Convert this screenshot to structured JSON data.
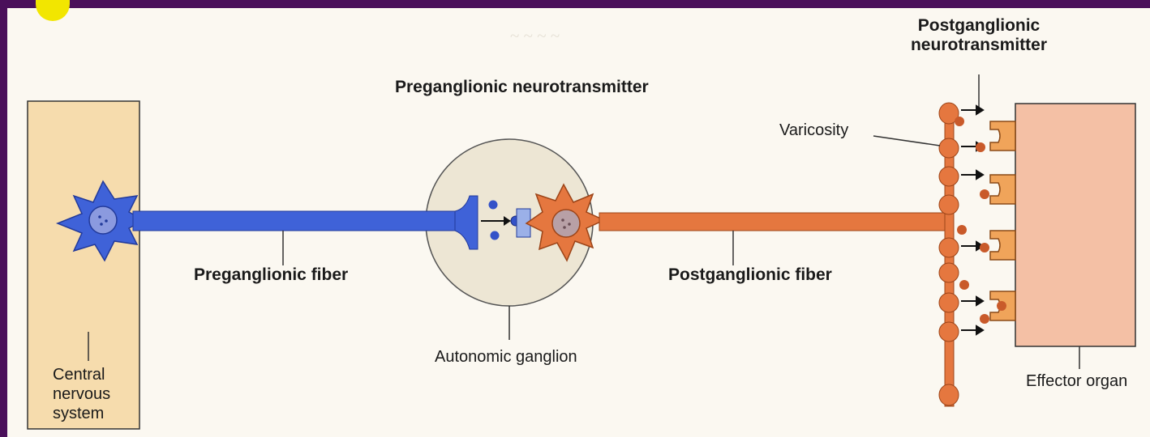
{
  "labels": {
    "preganglionic_neurotransmitter": "Preganglionic neurotransmitter",
    "postganglionic_neurotransmitter": "Postganglionic neurotransmitter",
    "varicosity": "Varicosity",
    "preganglionic_fiber": "Preganglionic fiber",
    "postganglionic_fiber": "Postganglionic fiber",
    "autonomic_ganglion": "Autonomic ganglion",
    "central_nervous_system": "Central nervous system",
    "effector_organ": "Effector organ"
  },
  "colors": {
    "preganglionic_neuron": "#3f62d8",
    "postganglionic_neuron": "#e5773f",
    "cns_block": "#f6dcad",
    "effector_block": "#f4c0a5",
    "ganglion": "#ede6d4",
    "frame": "#4a0f5a"
  }
}
